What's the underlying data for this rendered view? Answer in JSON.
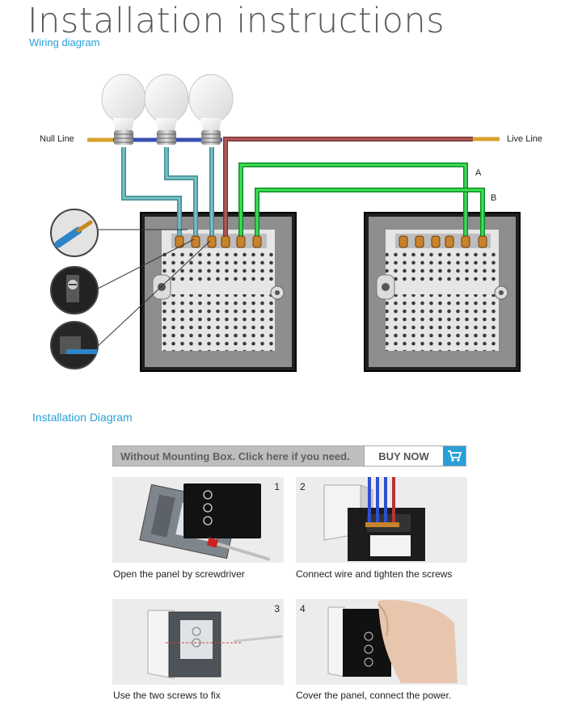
{
  "header": {
    "title": "Installation instructions",
    "subtitle": "Wiring diagram"
  },
  "wiring": {
    "null_label": "Null Line",
    "live_label": "Live Line",
    "path_a_label": "A",
    "path_b_label": "B",
    "colors": {
      "null_wire": "#3a4fb0",
      "live_wire": "#9b4a4a",
      "traveler_wire": "#22c53a",
      "load_wire": "#6fb2b8"
    }
  },
  "installation": {
    "heading": "Installation Diagram",
    "banner_text": "Without Mounting Box. Click here if you need.",
    "buy_label": "BUY NOW",
    "steps": [
      {
        "number": "1",
        "caption": "Open the panel by screwdriver"
      },
      {
        "number": "2",
        "caption": "Connect wire and tighten the screws"
      },
      {
        "number": "3",
        "caption": "Use the two screws to fix"
      },
      {
        "number": "4",
        "caption": "Cover the panel, connect the power."
      }
    ]
  },
  "icons": {
    "cart": "shopping-cart-icon",
    "bulb": "light-bulb-icon",
    "screwdriver": "screwdriver-icon"
  }
}
